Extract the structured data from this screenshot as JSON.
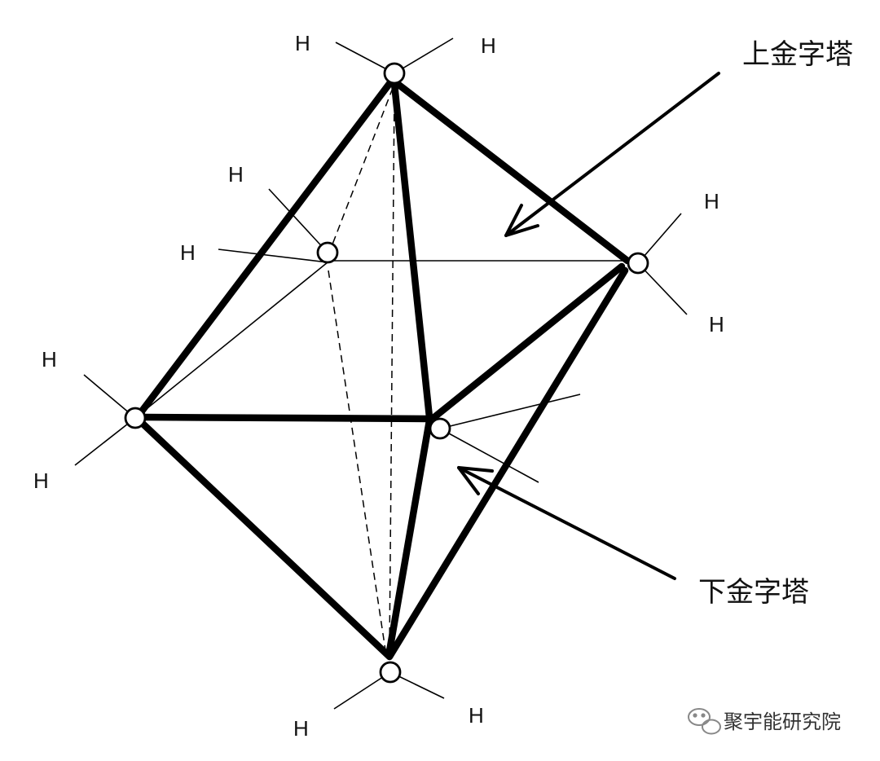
{
  "diagram": {
    "upper_pyramid_label": "上金字塔",
    "lower_pyramid_label": "下金字塔",
    "hydrogen_label": "H",
    "watermark_text": "聚宇能研究院",
    "stroke_color": "#000000",
    "node_fill": "#ffffff"
  }
}
